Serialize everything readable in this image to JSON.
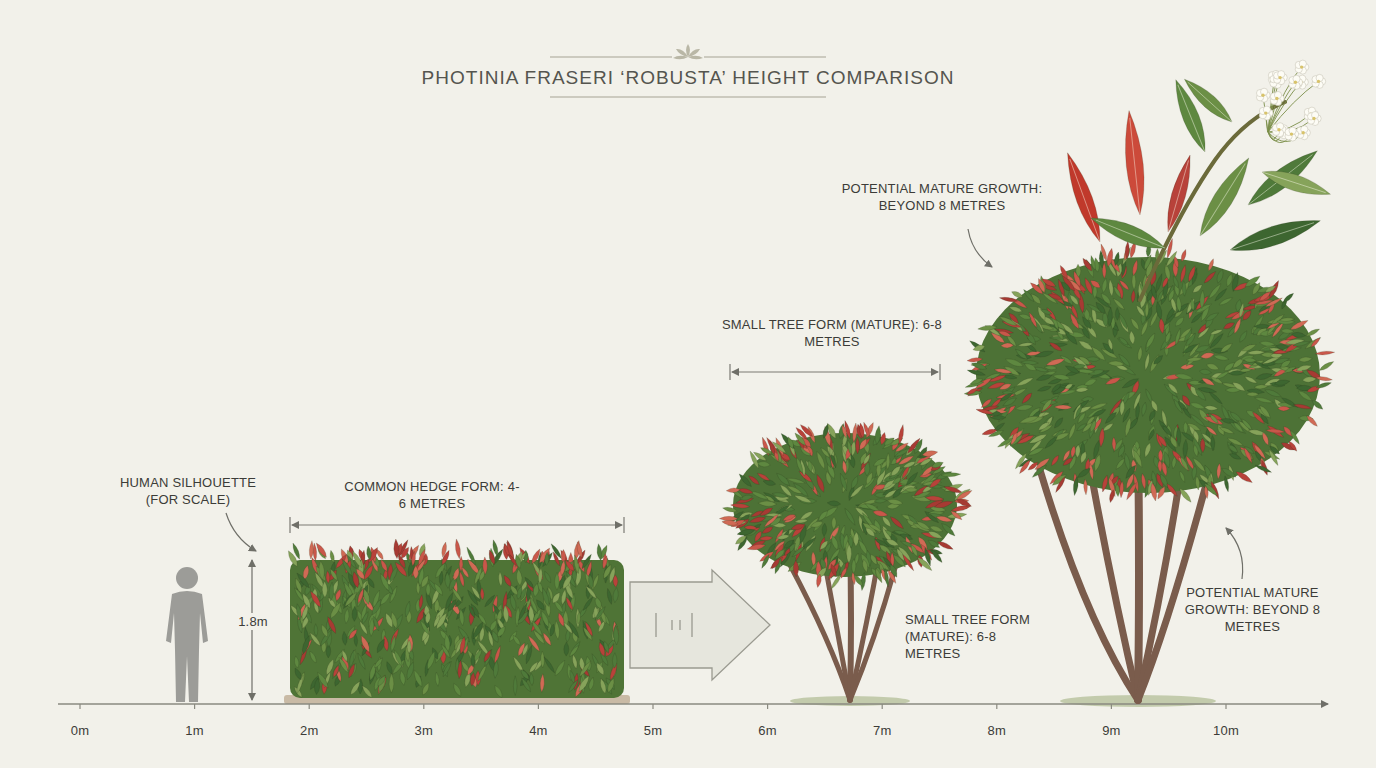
{
  "diagram": {
    "title": "PHOTINIA FRASERI ‘ROBUSTA’ HEIGHT COMPARISON",
    "labels": [
      "POTENTIAL MATURE GROWTH: BEYOND 8 METRES",
      "SMALL TREE FORM (MATURE): 6-8 METRES",
      "HUMAN SILHOUETTE (FOR SCALE)",
      "COMMON HEDGE FORM: 4-6 METRES",
      "1.8m",
      "SMALL TREE FORM (MATURE): 6-8 METRES",
      "POTENTIAL MATURE GROWTH: BEYOND 8 METRES",
      "0m",
      "1m",
      "2m",
      "3m",
      "4m",
      "5m",
      "6m",
      "7m",
      "8m",
      "9m",
      "10m"
    ]
  }
}
